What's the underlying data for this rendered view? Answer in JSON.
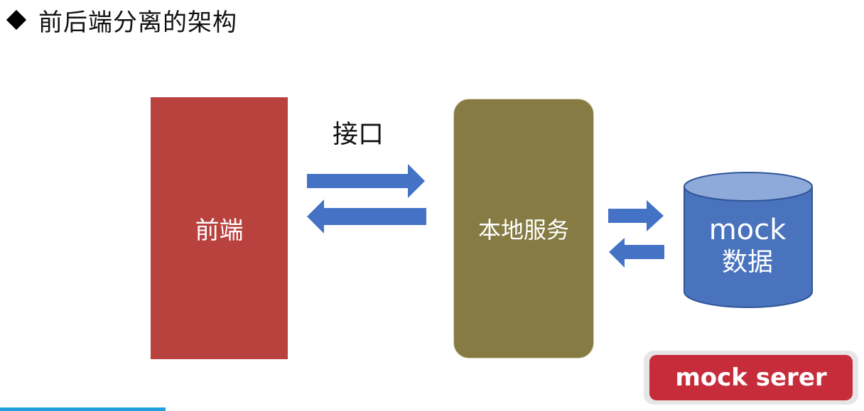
{
  "title": "前后端分离的架构",
  "nodes": {
    "frontend": "前端",
    "interface_label": "接口",
    "local_service": "本地服务",
    "database_line1": "mock",
    "database_line2": "数据"
  },
  "mock_button": "mock serer",
  "colors": {
    "frontend": "#b9413e",
    "local_service": "#857b43",
    "arrow": "#4472c4",
    "database": "#4a73bd",
    "database_top": "#8eaadb",
    "button": "#c72c3b",
    "progress": "#1fa0df"
  },
  "icons": {
    "bullet": "diamond-bullet-icon",
    "database": "database-cylinder-icon"
  }
}
